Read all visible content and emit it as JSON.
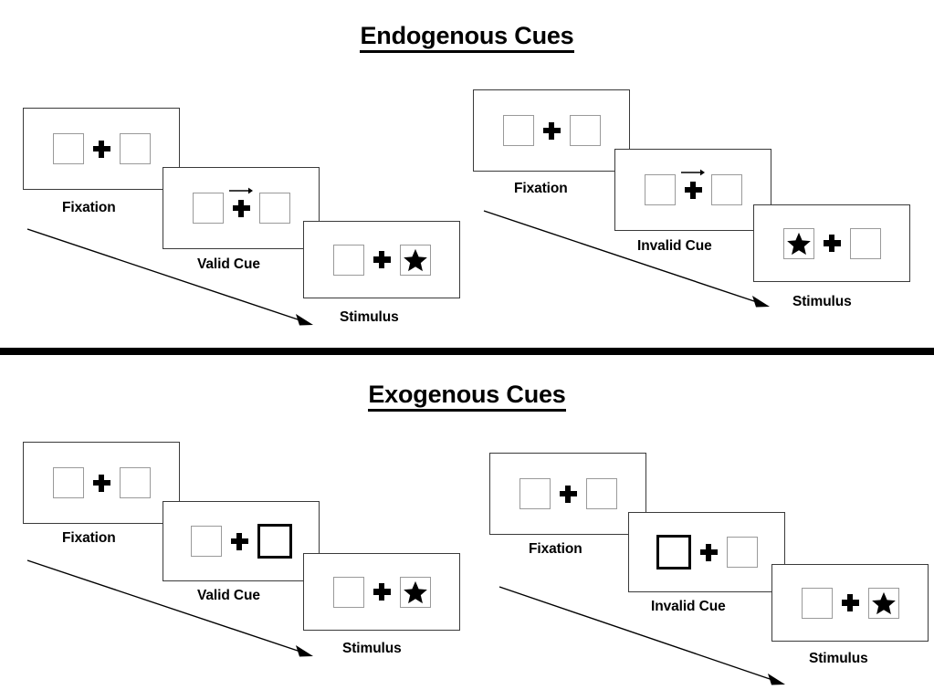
{
  "figure": {
    "title_endogenous": "Endogenous Cues",
    "title_exogenous": "Exogenous Cues"
  },
  "sections": [
    {
      "id": "endogenous",
      "title": "Endogenous Cues",
      "cue_type": "central arrow cue",
      "columns": [
        {
          "id": "endogenous-valid",
          "validity": "valid",
          "frames": [
            {
              "caption": "Fixation",
              "left_box": "empty",
              "right_box": "empty",
              "arrow": "none",
              "cued_side": "none"
            },
            {
              "caption": "Valid Cue",
              "left_box": "empty",
              "right_box": "empty",
              "arrow": "right",
              "cued_side": "none"
            },
            {
              "caption": "Stimulus",
              "left_box": "empty",
              "right_box": "star",
              "arrow": "none",
              "cued_side": "none"
            }
          ]
        },
        {
          "id": "endogenous-invalid",
          "validity": "invalid",
          "frames": [
            {
              "caption": "Fixation",
              "left_box": "empty",
              "right_box": "empty",
              "arrow": "none",
              "cued_side": "none"
            },
            {
              "caption": "Invalid Cue",
              "left_box": "empty",
              "right_box": "empty",
              "arrow": "right",
              "cued_side": "none"
            },
            {
              "caption": "Stimulus",
              "left_box": "star",
              "right_box": "empty",
              "arrow": "none",
              "cued_side": "none"
            }
          ]
        }
      ]
    },
    {
      "id": "exogenous",
      "title": "Exogenous Cues",
      "cue_type": "peripheral box brightening",
      "columns": [
        {
          "id": "exogenous-valid",
          "validity": "valid",
          "frames": [
            {
              "caption": "Fixation",
              "left_box": "empty",
              "right_box": "empty",
              "arrow": "none",
              "cued_side": "none"
            },
            {
              "caption": "Valid Cue",
              "left_box": "empty",
              "right_box": "empty",
              "arrow": "none",
              "cued_side": "right"
            },
            {
              "caption": "Stimulus",
              "left_box": "empty",
              "right_box": "star",
              "arrow": "none",
              "cued_side": "none"
            }
          ]
        },
        {
          "id": "exogenous-invalid",
          "validity": "invalid",
          "frames": [
            {
              "caption": "Fixation",
              "left_box": "empty",
              "right_box": "empty",
              "arrow": "none",
              "cued_side": "none"
            },
            {
              "caption": "Invalid Cue",
              "left_box": "empty",
              "right_box": "empty",
              "arrow": "none",
              "cued_side": "left"
            },
            {
              "caption": "Stimulus",
              "left_box": "empty",
              "right_box": "star",
              "arrow": "none",
              "cued_side": "none"
            }
          ]
        }
      ]
    }
  ],
  "captions": {
    "fixation": "Fixation",
    "valid_cue": "Valid Cue",
    "invalid_cue": "Invalid Cue",
    "stimulus": "Stimulus"
  },
  "colors": {
    "background": "#ffffff",
    "ink": "#000000",
    "panel_border": "#3a3a3a",
    "box_border": "#9a9a9a",
    "cued_box_border": "#000000",
    "divider": "#000000"
  }
}
